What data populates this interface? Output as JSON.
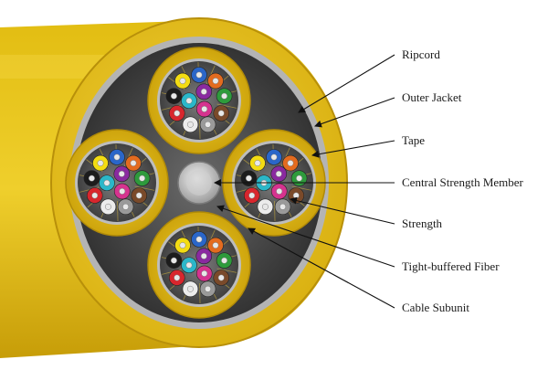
{
  "colors": {
    "jacket": "#e8c21a",
    "jacket_dark": "#c9a20c",
    "tape": "#b9b9b9",
    "background": "#ffffff",
    "fiber_colors": [
      "#2a66c9",
      "#e36b1f",
      "#2e9b3c",
      "#7a4a2a",
      "#9a9a9a",
      "#ececec",
      "#d8262d",
      "#1c1c1c",
      "#f3dc13",
      "#8a2aa0",
      "#d6338f",
      "#2bb7c9"
    ]
  },
  "callouts": [
    {
      "key": "ripcord",
      "label": "Ripcord"
    },
    {
      "key": "jacket",
      "label": "Outer Jacket"
    },
    {
      "key": "tape",
      "label": "Tape"
    },
    {
      "key": "central",
      "label": "Central Strength Member"
    },
    {
      "key": "strength",
      "label": "Strength"
    },
    {
      "key": "fiber",
      "label": "Tight-buffered Fiber"
    },
    {
      "key": "subunit",
      "label": "Cable Subunit"
    }
  ]
}
